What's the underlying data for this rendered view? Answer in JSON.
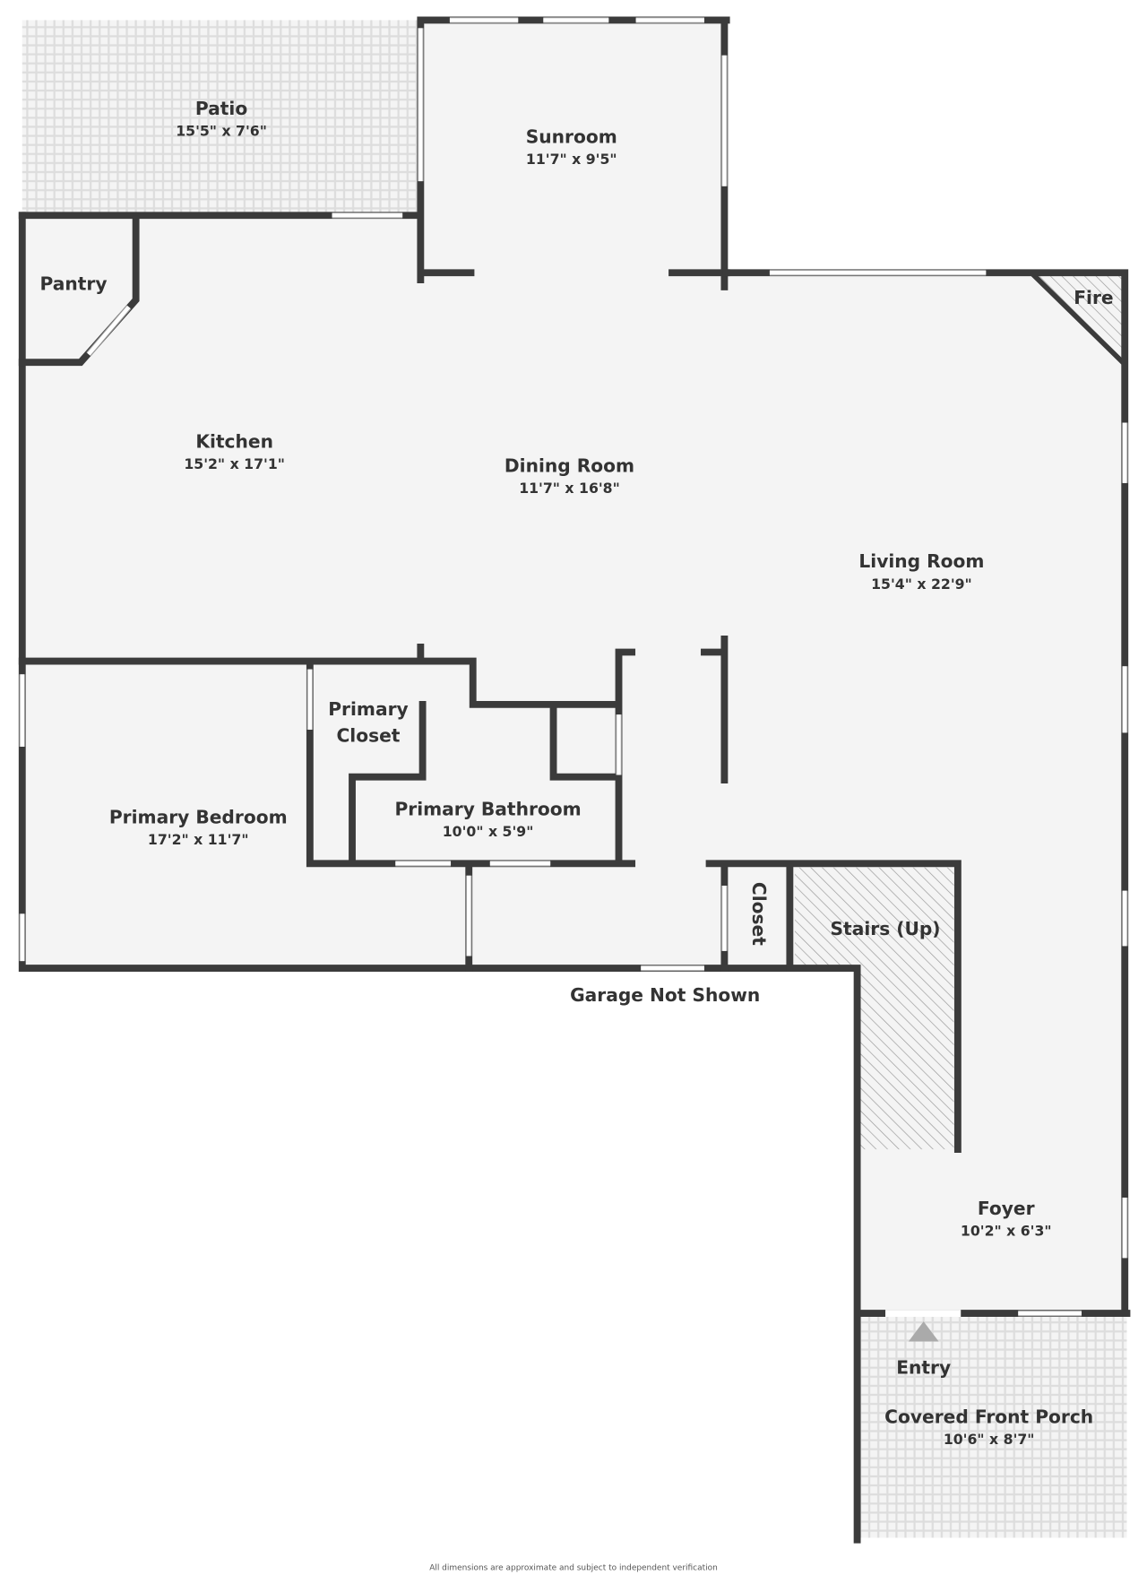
{
  "rooms": {
    "patio": {
      "name": "Patio",
      "dims": "15'5\" x 7'6\""
    },
    "sunroom": {
      "name": "Sunroom",
      "dims": "11'7\" x 9'5\""
    },
    "pantry": {
      "name": "Pantry"
    },
    "fire": {
      "name": "Fire"
    },
    "kitchen": {
      "name": "Kitchen",
      "dims": "15'2\" x 17'1\""
    },
    "dining": {
      "name": "Dining Room",
      "dims": "11'7\" x 16'8\""
    },
    "living": {
      "name": "Living Room",
      "dims": "15'4\" x 22'9\""
    },
    "primary_closet": {
      "name_line1": "Primary",
      "name_line2": "Closet"
    },
    "primary_bedroom": {
      "name": "Primary Bedroom",
      "dims": "17'2\" x 11'7\""
    },
    "primary_bathroom": {
      "name": "Primary Bathroom",
      "dims": "10'0\" x 5'9\""
    },
    "closet": {
      "name": "Closet"
    },
    "stairs": {
      "name": "Stairs (Up)"
    },
    "foyer": {
      "name": "Foyer",
      "dims": "10'2\" x 6'3\""
    },
    "porch": {
      "name": "Covered Front Porch",
      "dims": "10'6\" x 8'7\""
    }
  },
  "notes": {
    "garage": "Garage Not Shown",
    "entry": "Entry",
    "footer": "All dimensions are approximate and subject to independent verification"
  },
  "colors": {
    "wall": "#3b3b3b",
    "floor": "#f4f4f4",
    "outdoor": "#ececec",
    "hatch": "#999999"
  }
}
